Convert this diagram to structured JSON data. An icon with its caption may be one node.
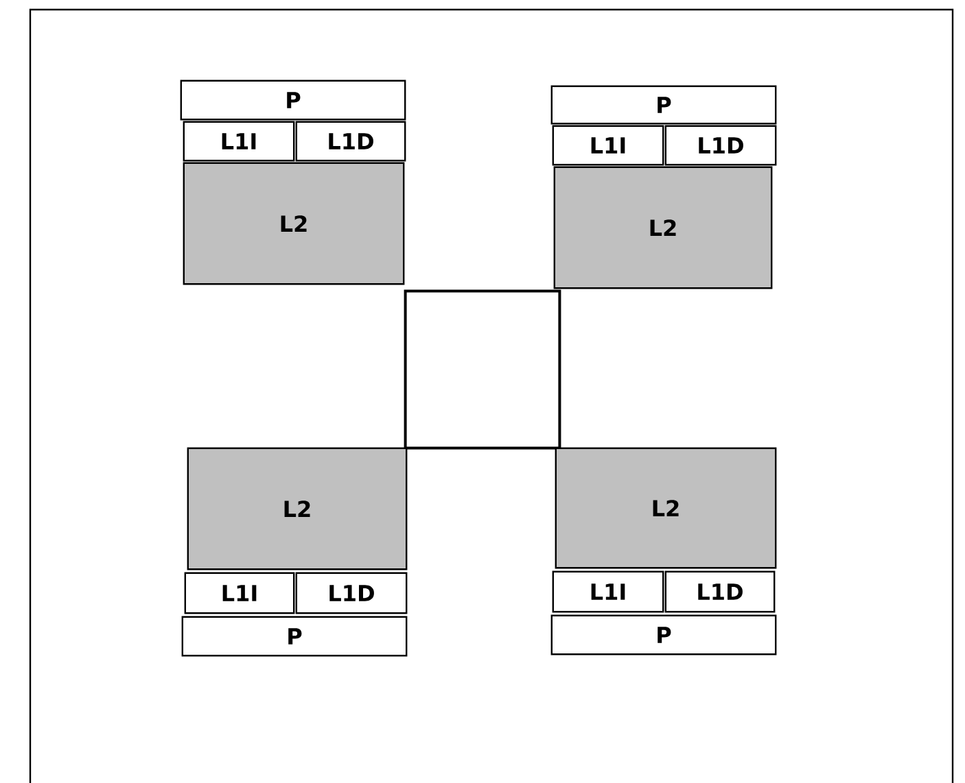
{
  "diagram": {
    "nodes": [
      {
        "text": [
          "P"
        ]
      },
      {
        "text": [
          "L1I"
        ]
      },
      {
        "text": [
          "L1D"
        ]
      },
      {
        "text": [
          "L2"
        ]
      },
      {
        "text": [
          "P"
        ]
      },
      {
        "text": [
          "L1I"
        ]
      },
      {
        "text": [
          "L1D"
        ]
      },
      {
        "text": [
          "L2"
        ]
      },
      {
        "text": [],
        "shape": "box"
      },
      {
        "text": [
          "L2"
        ]
      },
      {
        "text": [
          "L1I"
        ]
      },
      {
        "text": [
          "L1D"
        ]
      },
      {
        "text": [
          "P"
        ]
      },
      {
        "text": [
          "L2"
        ]
      },
      {
        "text": [
          "L1I"
        ]
      },
      {
        "text": [
          "L1D"
        ]
      },
      {
        "text": [
          "P"
        ]
      }
    ],
    "edges": []
  }
}
